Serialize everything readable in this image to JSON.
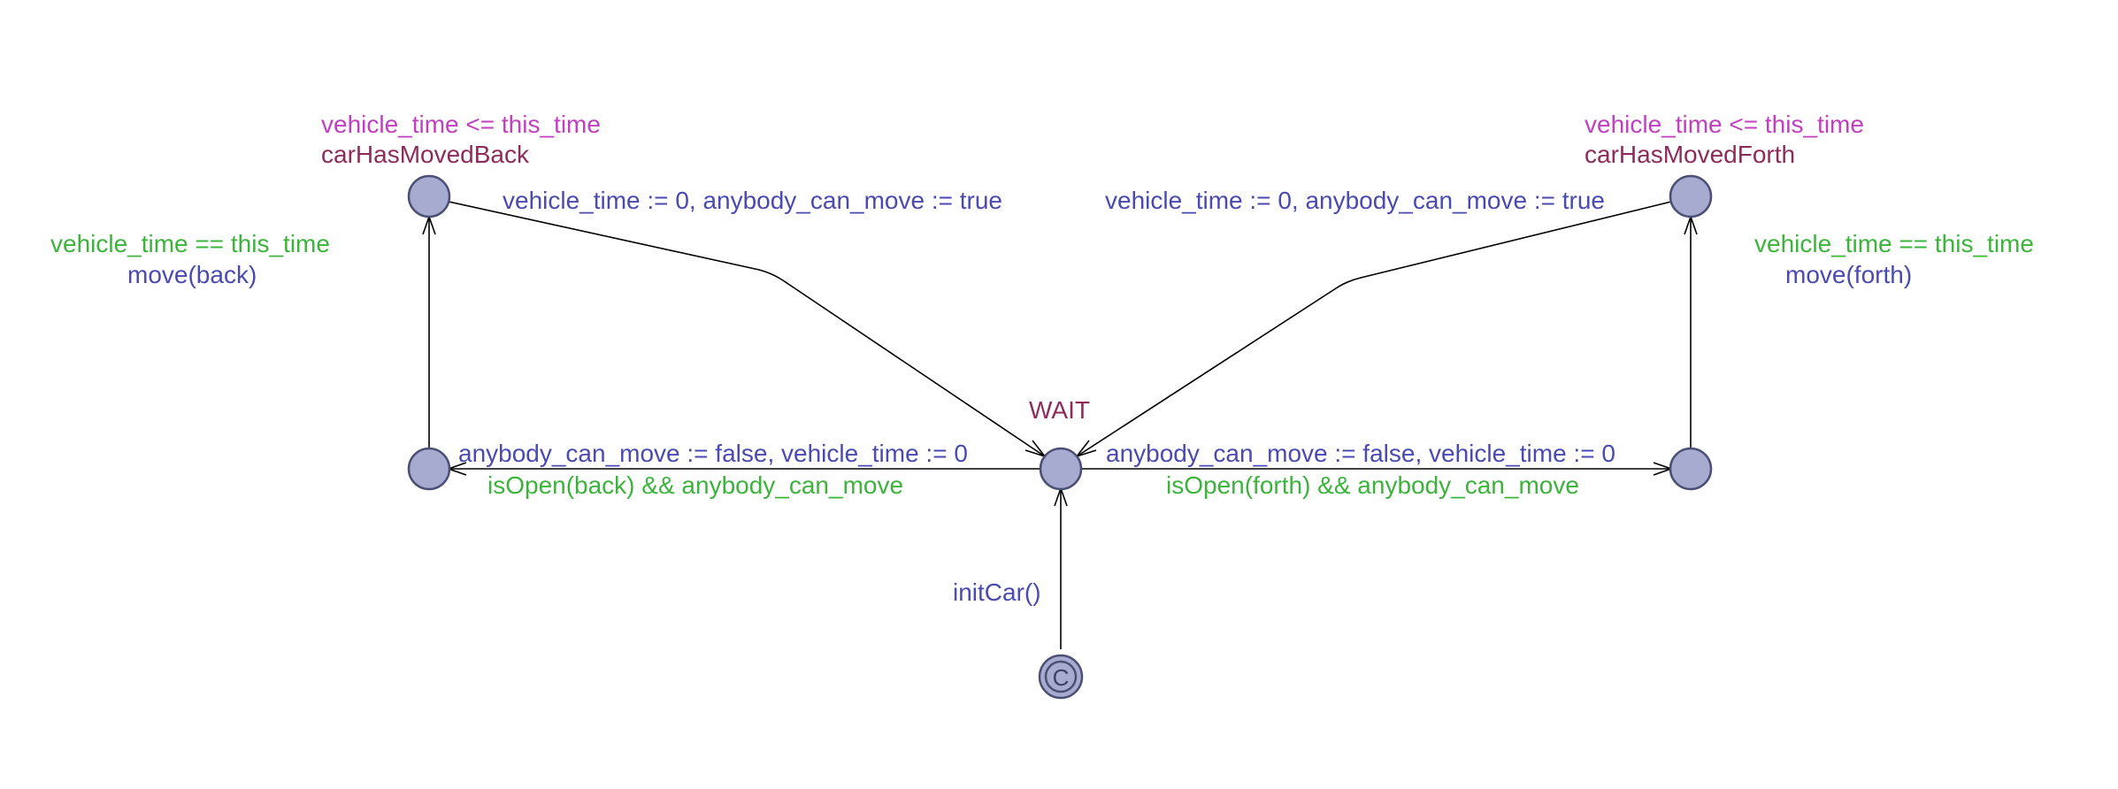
{
  "colors": {
    "invariant": "#c040c0",
    "location_name": "#8c2c5a",
    "update": "#4a4ab0",
    "guard": "#3cb43c",
    "sync": "#4a4ab0",
    "location_fill": "#a7abd0",
    "location_stroke": "#4a4f73",
    "edge": "#000000"
  },
  "locations": {
    "wait": {
      "name": "WAIT",
      "kind": "normal"
    },
    "moved_back": {
      "name": "carHasMovedBack",
      "invariant": "vehicle_time <= this_time",
      "kind": "normal"
    },
    "moved_forth": {
      "name": "carHasMovedForth",
      "invariant": "vehicle_time <= this_time",
      "kind": "normal"
    },
    "move_back": {
      "kind": "normal"
    },
    "move_forth": {
      "kind": "normal"
    },
    "init": {
      "kind": "committed-initial",
      "symbol": "C"
    }
  },
  "edges": {
    "init_to_wait": {
      "sync": "initCar()"
    },
    "wait_to_move_back": {
      "update": "anybody_can_move := false, vehicle_time := 0",
      "guard": "isOpen(back) && anybody_can_move"
    },
    "wait_to_move_forth": {
      "update": "anybody_can_move := false, vehicle_time := 0",
      "guard": "isOpen(forth) && anybody_can_move"
    },
    "move_back_to_moved_back": {
      "guard": "vehicle_time == this_time",
      "sync": "move(back)"
    },
    "move_forth_to_moved_forth": {
      "guard": "vehicle_time == this_time",
      "sync": "move(forth)"
    },
    "moved_back_to_wait": {
      "update": "vehicle_time := 0, anybody_can_move := true"
    },
    "moved_forth_to_wait": {
      "update": "vehicle_time := 0, anybody_can_move := true"
    }
  }
}
